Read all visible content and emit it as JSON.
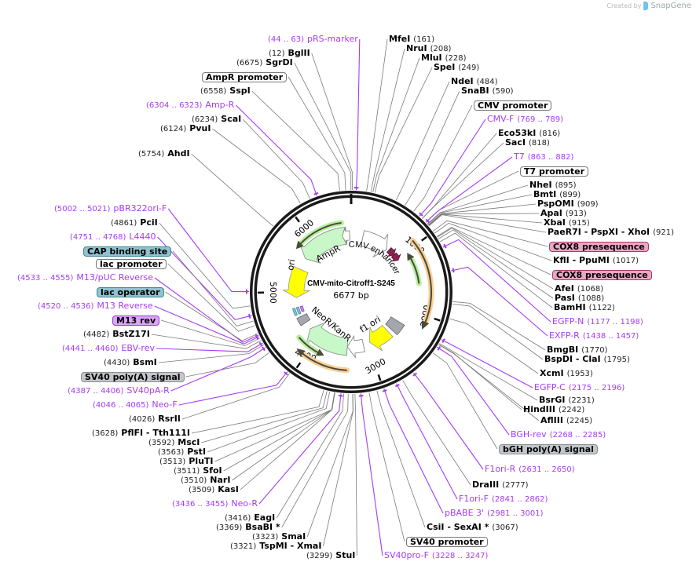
{
  "credit": {
    "prefix": "Created by",
    "brand": "SnapGene"
  },
  "plasmid": {
    "name": "CMV-mito-Citroff1-S245",
    "length_label": "6677 bp",
    "length_bp": 6677
  },
  "ticks": [
    "1000",
    "2000",
    "3000",
    "4000",
    "5000",
    "6000"
  ],
  "features": {
    "ampr": "AmpR",
    "ori": "ori",
    "cmv_enhancer": "CMV enhancer",
    "neor": "NeoR/KanR",
    "f1ori": "f1 ori"
  },
  "colors": {
    "primer": "#a43cf0",
    "enzyme_line": "#7a7a7a",
    "resistance": "#c8f7c8",
    "ori": "#ffff00",
    "primer_bind": "#f5b86a",
    "cox8": "#8b2252"
  },
  "labels": [
    {
      "kind": "primer",
      "name": "pRS-marker",
      "site": "(44 .. 63)"
    },
    {
      "kind": "enzyme",
      "name": "BglII",
      "site": "(12)"
    },
    {
      "kind": "enzyme",
      "name": "SgrDI",
      "site": "(6675)"
    },
    {
      "kind": "feature",
      "name": "AmpR promoter",
      "style": "white"
    },
    {
      "kind": "enzyme",
      "name": "SspI",
      "site": "(6558)"
    },
    {
      "kind": "primer",
      "name": "Amp-R",
      "site": "(6304 .. 6323)"
    },
    {
      "kind": "enzyme",
      "name": "ScaI",
      "site": "(6234)"
    },
    {
      "kind": "enzyme",
      "name": "PvuI",
      "site": "(6124)"
    },
    {
      "kind": "enzyme",
      "name": "AhdI",
      "site": "(5754)"
    },
    {
      "kind": "primer",
      "name": "pBR322ori-F",
      "site": "(5002 .. 5021)"
    },
    {
      "kind": "enzyme",
      "name": "PciI",
      "site": "(4861)"
    },
    {
      "kind": "primer",
      "name": "L4440",
      "site": "(4751 .. 4768)"
    },
    {
      "kind": "feature",
      "name": "CAP binding site",
      "style": "teal"
    },
    {
      "kind": "feature",
      "name": "lac promoter",
      "style": "white"
    },
    {
      "kind": "primer",
      "name": "M13/pUC Reverse",
      "site": "(4533 .. 4555)"
    },
    {
      "kind": "feature",
      "name": "lac operator",
      "style": "teal"
    },
    {
      "kind": "primer",
      "name": "M13 Reverse",
      "site": "(4520 .. 4536)"
    },
    {
      "kind": "feature",
      "name": "M13 rev",
      "style": "purple"
    },
    {
      "kind": "enzyme",
      "name": "BstZ17I",
      "site": "(4482)"
    },
    {
      "kind": "primer",
      "name": "EBV-rev",
      "site": "(4441 .. 4460)"
    },
    {
      "kind": "enzyme",
      "name": "BsmI",
      "site": "(4430)"
    },
    {
      "kind": "feature",
      "name": "SV40 poly(A) signal",
      "style": "gray"
    },
    {
      "kind": "primer",
      "name": "SV40pA-R",
      "site": "(4387 .. 4406)"
    },
    {
      "kind": "primer",
      "name": "Neo-F",
      "site": "(4046 .. 4065)"
    },
    {
      "kind": "enzyme",
      "name": "RsrII",
      "site": "(4026)"
    },
    {
      "kind": "enzyme",
      "name": "PflFI  - Tth111I",
      "site": "(3628)"
    },
    {
      "kind": "enzyme",
      "name": "MscI",
      "site": "(3592)"
    },
    {
      "kind": "enzyme",
      "name": "PstI",
      "site": "(3563)"
    },
    {
      "kind": "enzyme",
      "name": "PluTI",
      "site": "(3513)"
    },
    {
      "kind": "enzyme",
      "name": "SfoI",
      "site": "(3511)"
    },
    {
      "kind": "enzyme",
      "name": "NarI",
      "site": "(3510)"
    },
    {
      "kind": "enzyme",
      "name": "KasI",
      "site": "(3509)"
    },
    {
      "kind": "primer",
      "name": "Neo-R",
      "site": "(3436 .. 3455)"
    },
    {
      "kind": "enzyme",
      "name": "EagI",
      "site": "(3416)"
    },
    {
      "kind": "enzyme",
      "name": "BsaBI *",
      "site": "(3369)"
    },
    {
      "kind": "enzyme",
      "name": "SmaI",
      "site": "(3323)"
    },
    {
      "kind": "enzyme",
      "name": "TspMI  - XmaI",
      "site": "(3321)"
    },
    {
      "kind": "enzyme",
      "name": "StuI",
      "site": "(3299)"
    },
    {
      "kind": "primer",
      "name": "SV40pro-F",
      "site": "(3228 .. 3247)"
    },
    {
      "kind": "feature",
      "name": "SV40 promoter",
      "style": "white"
    },
    {
      "kind": "enzyme",
      "name": "CsiI  - SexAI *",
      "site": "(3067)"
    },
    {
      "kind": "primer",
      "name": "pBABE 3'",
      "site": "(2981 .. 3001)"
    },
    {
      "kind": "primer",
      "name": "F1ori-F",
      "site": "(2841 .. 2862)"
    },
    {
      "kind": "enzyme",
      "name": "DraIII",
      "site": "(2777)"
    },
    {
      "kind": "primer",
      "name": "F1ori-R",
      "site": "(2631 .. 2650)"
    },
    {
      "kind": "feature",
      "name": "bGH poly(A) signal",
      "style": "gray"
    },
    {
      "kind": "primer",
      "name": "BGH-rev",
      "site": "(2268 .. 2285)"
    },
    {
      "kind": "enzyme",
      "name": "AflIII",
      "site": "(2245)"
    },
    {
      "kind": "enzyme",
      "name": "HindIII",
      "site": "(2242)"
    },
    {
      "kind": "enzyme",
      "name": "BsrGI",
      "site": "(2231)"
    },
    {
      "kind": "primer",
      "name": "EGFP-C",
      "site": "(2175 .. 2196)"
    },
    {
      "kind": "enzyme",
      "name": "XcmI",
      "site": "(1953)"
    },
    {
      "kind": "enzyme",
      "name": "BspDI  - ClaI",
      "site": "(1795)"
    },
    {
      "kind": "enzyme",
      "name": "BmgBI",
      "site": "(1770)"
    },
    {
      "kind": "primer",
      "name": "EXFP-R",
      "site": "(1438 .. 1457)"
    },
    {
      "kind": "primer",
      "name": "EGFP-N",
      "site": "(1177 .. 1198)"
    },
    {
      "kind": "enzyme",
      "name": "BamHI",
      "site": "(1122)"
    },
    {
      "kind": "enzyme",
      "name": "PasI",
      "site": "(1088)"
    },
    {
      "kind": "enzyme",
      "name": "AfeI",
      "site": "(1068)"
    },
    {
      "kind": "feature",
      "name": "COX8 presequence",
      "style": "pink"
    },
    {
      "kind": "enzyme",
      "name": "KflI  - PpuMI",
      "site": "(1017)"
    },
    {
      "kind": "feature",
      "name": "COX8 presequence",
      "style": "pink"
    },
    {
      "kind": "enzyme",
      "name": "PaeR7I  - PspXI  - XhoI",
      "site": "(921)"
    },
    {
      "kind": "enzyme",
      "name": "XbaI",
      "site": "(915)"
    },
    {
      "kind": "enzyme",
      "name": "ApaI",
      "site": "(913)"
    },
    {
      "kind": "enzyme",
      "name": "PspOMI",
      "site": "(909)"
    },
    {
      "kind": "enzyme",
      "name": "BmtI",
      "site": "(899)"
    },
    {
      "kind": "enzyme",
      "name": "NheI",
      "site": "(895)"
    },
    {
      "kind": "feature",
      "name": "T7 promoter",
      "style": "white"
    },
    {
      "kind": "primer",
      "name": "T7",
      "site": "(863 .. 882)"
    },
    {
      "kind": "enzyme",
      "name": "SacI",
      "site": "(818)"
    },
    {
      "kind": "enzyme",
      "name": "Eco53kI",
      "site": "(816)"
    },
    {
      "kind": "primer",
      "name": "CMV-F",
      "site": "(769 .. 789)"
    },
    {
      "kind": "feature",
      "name": "CMV promoter",
      "style": "white"
    },
    {
      "kind": "enzyme",
      "name": "SnaBI",
      "site": "(590)"
    },
    {
      "kind": "enzyme",
      "name": "NdeI",
      "site": "(484)"
    },
    {
      "kind": "enzyme",
      "name": "SpeI",
      "site": "(249)"
    },
    {
      "kind": "enzyme",
      "name": "MluI",
      "site": "(228)"
    },
    {
      "kind": "enzyme",
      "name": "NruI",
      "site": "(208)"
    },
    {
      "kind": "enzyme",
      "name": "MfeI",
      "site": "(161)"
    }
  ]
}
